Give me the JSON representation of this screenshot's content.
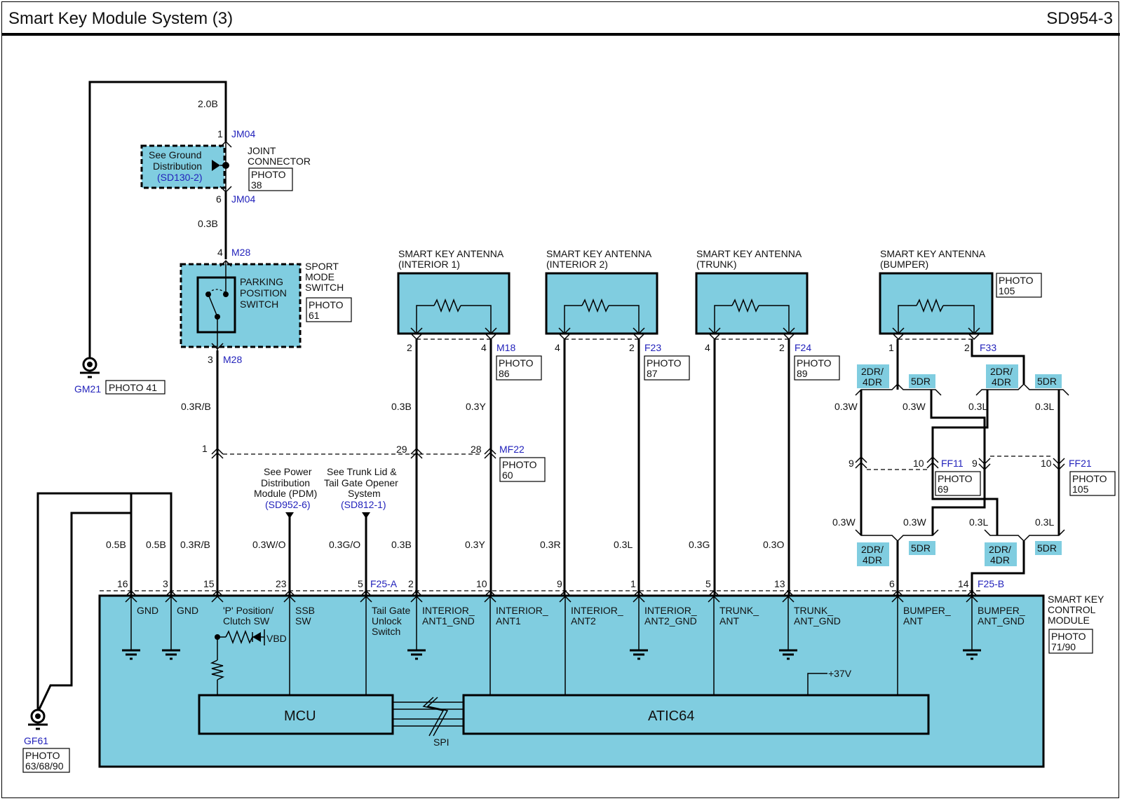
{
  "header": {
    "title": "Smart Key Module System (3)",
    "page_id": "SD954-3"
  },
  "ground_gm21": {
    "wire": "2.0B",
    "label": "GM21",
    "photo": "PHOTO 41"
  },
  "joint_connector": {
    "name_line1": "JOINT",
    "name_line2": "CONNECTOR",
    "photo_line1": "PHOTO",
    "photo_line2": "38",
    "ref_line1": "See Ground",
    "ref_line2": "Distribution",
    "ref_link": "(SD130-2)",
    "pin_top": "1",
    "pin_bottom": "6",
    "connector": "JM04",
    "wire_out": "0.3B"
  },
  "sport_switch": {
    "name_line1": "SPORT",
    "name_line2": "MODE",
    "name_line3": "SWITCH",
    "inner_line1": "PARKING",
    "inner_line2": "POSITION",
    "inner_line3": "SWITCH",
    "photo_line1": "PHOTO",
    "photo_line2": "61",
    "pin_top": "4",
    "pin_bottom": "3",
    "connector": "M28",
    "wire_out": "0.3R/B"
  },
  "antennas": [
    {
      "title1": "SMART KEY ANTENNA",
      "title2": "(INTERIOR 1)",
      "pin_left": "2",
      "pin_right": "4",
      "connector": "M18",
      "photo1": "PHOTO",
      "photo2": "86",
      "wire_left": "0.3B",
      "wire_right": "0.3Y"
    },
    {
      "title1": "SMART KEY ANTENNA",
      "title2": "(INTERIOR 2)",
      "pin_left": "4",
      "pin_right": "2",
      "connector": "F23",
      "photo1": "PHOTO",
      "photo2": "87",
      "wire_left": "0.3R",
      "wire_right": "0.3L"
    },
    {
      "title1": "SMART KEY ANTENNA",
      "title2": "(TRUNK)",
      "pin_left": "4",
      "pin_right": "2",
      "connector": "F24",
      "photo1": "PHOTO",
      "photo2": "89",
      "wire_left": "0.3G",
      "wire_right": "0.3O"
    },
    {
      "title1": "SMART KEY ANTENNA",
      "title2": "(BUMPER)",
      "pin_left": "1",
      "pin_right": "2",
      "connector": "F33",
      "photo1": "PHOTO",
      "photo2": "105"
    }
  ],
  "mf22": {
    "connector": "MF22",
    "pin_a": "1",
    "pin_b": "29",
    "pin_c": "28",
    "photo1": "PHOTO",
    "photo2": "60"
  },
  "refs": {
    "pdm_line1": "See Power",
    "pdm_line2": "Distribution",
    "pdm_line3": "Module (PDM)",
    "pdm_link": "(SD952-6)",
    "trunk_line1": "See Trunk Lid &",
    "trunk_line2": "Tail Gate Opener",
    "trunk_line3": "System",
    "trunk_link": "(SD812-1)"
  },
  "bumper_harness": {
    "tag_2dr4dr_line1": "2DR/",
    "tag_2dr4dr_line2": "4DR",
    "tag_5dr": "5DR",
    "wire_w": "0.3W",
    "wire_l": "0.3L",
    "ff11": "FF11",
    "ff21": "FF21",
    "pin9": "9",
    "pin10": "10",
    "ff11_photo1": "PHOTO",
    "ff11_photo2": "69",
    "ff21_photo1": "PHOTO",
    "ff21_photo2": "105"
  },
  "module_wires": [
    {
      "pin": "16",
      "wire": "0.5B",
      "func1": "GND",
      "func2": ""
    },
    {
      "pin": "3",
      "wire": "0.5B",
      "func1": "GND",
      "func2": ""
    },
    {
      "pin": "15",
      "wire": "0.3R/B",
      "func1": "'P' Position/",
      "func2": "Clutch SW"
    },
    {
      "pin": "23",
      "wire": "0.3W/O",
      "func1": "SSB",
      "func2": "SW"
    },
    {
      "pin": "5",
      "wire": "0.3G/O",
      "func1": "Tail Gate",
      "func2": "Unlock",
      "func3": "Switch"
    },
    {
      "pin": "2",
      "wire": "0.3B",
      "func1": "INTERIOR_",
      "func2": "ANT1_GND"
    },
    {
      "pin": "10",
      "wire": "0.3Y",
      "func1": "INTERIOR_",
      "func2": "ANT1"
    },
    {
      "pin": "9",
      "wire": "0.3R",
      "func1": "INTERIOR_",
      "func2": "ANT2"
    },
    {
      "pin": "1",
      "wire": "0.3L",
      "func1": "INTERIOR_",
      "func2": "ANT2_GND"
    },
    {
      "pin": "5",
      "wire": "0.3G",
      "func1": "TRUNK_",
      "func2": "ANT"
    },
    {
      "pin": "13",
      "wire": "0.3O",
      "func1": "TRUNK_",
      "func2": "ANT_GND"
    },
    {
      "pin": "6",
      "wire": "",
      "func1": "BUMPER_",
      "func2": "ANT"
    },
    {
      "pin": "14",
      "wire": "",
      "func1": "BUMPER_",
      "func2": "ANT_GND"
    }
  ],
  "module": {
    "connector_a": "F25-A",
    "connector_b": "F25-B",
    "name1": "SMART KEY",
    "name2": "CONTROL",
    "name3": "MODULE",
    "photo1": "PHOTO",
    "photo2": "71/90",
    "vbd": "VBD",
    "mcu": "MCU",
    "atic": "ATIC64",
    "spi": "SPI",
    "v37": "+37V"
  },
  "ground_gf61": {
    "label": "GF61",
    "photo1": "PHOTO",
    "photo2": "63/68/90"
  }
}
